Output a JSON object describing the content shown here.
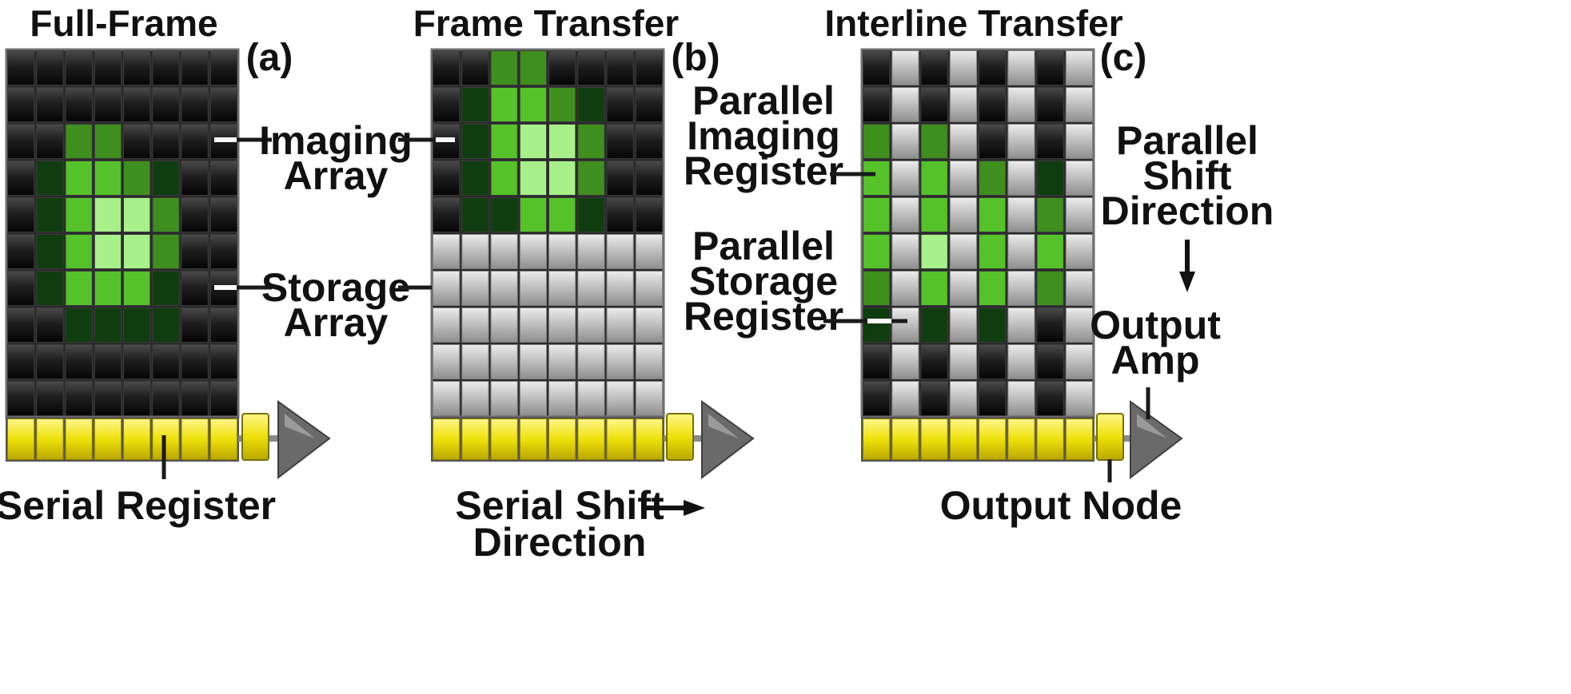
{
  "panels": [
    {
      "key": "a",
      "title": "Full-Frame",
      "letter": "(a)",
      "pixels": [
        "bbbbbbbb",
        "bbbbbbbb",
        "bbmmbbbb",
        "bdllmdbb",
        "bdlppmbb",
        "bdlppmbb",
        "bdllldbb",
        "bbddddbb",
        "bbbbbbbb",
        "bbbbbbbb"
      ]
    },
    {
      "key": "b",
      "title": "Frame Transfer",
      "letter": "(b)",
      "pixels": [
        "bbmmbbbb",
        "bdllmdbb",
        "bdlppmbb",
        "bdlppmbb",
        "bddlldbb",
        "gggggggg",
        "gggggggg",
        "gggggggg",
        "gggggggg",
        "gggggggg"
      ]
    },
    {
      "key": "c",
      "title": "Interline Transfer",
      "letter": "(c)",
      "pixels": [
        "bgbgbgbg",
        "bgbgbgbg",
        "mgmgbgbg",
        "lglgmgdg",
        "lglglgmg",
        "lgpglglg",
        "mglglgmg",
        "dgdgdgbg",
        "bgbgbgbg",
        "bgbgbgbg"
      ]
    }
  ],
  "labels": {
    "imaging_array": [
      "Imaging",
      "Array"
    ],
    "storage_array": [
      "Storage",
      "Array"
    ],
    "serial_register": "Serial Register",
    "serial_shift": [
      "Serial Shift",
      "Direction"
    ],
    "parallel_imaging_register": [
      "Parallel",
      "Imaging",
      "Register"
    ],
    "parallel_storage_register": [
      "Parallel",
      "Storage",
      "Register"
    ],
    "parallel_shift": [
      "Parallel",
      "Shift",
      "Direction"
    ],
    "output_amp": [
      "Output",
      "Amp"
    ],
    "output_node": "Output Node"
  },
  "colors": {
    "b": "#151515",
    "d": "#0f3d0f",
    "m": "#3f8f1e",
    "l": "#55c22a",
    "p": "#a8f08a",
    "g": "#b8b8b8",
    "serial_register": "#efe10a",
    "output_amp": "#6a6a6a"
  }
}
